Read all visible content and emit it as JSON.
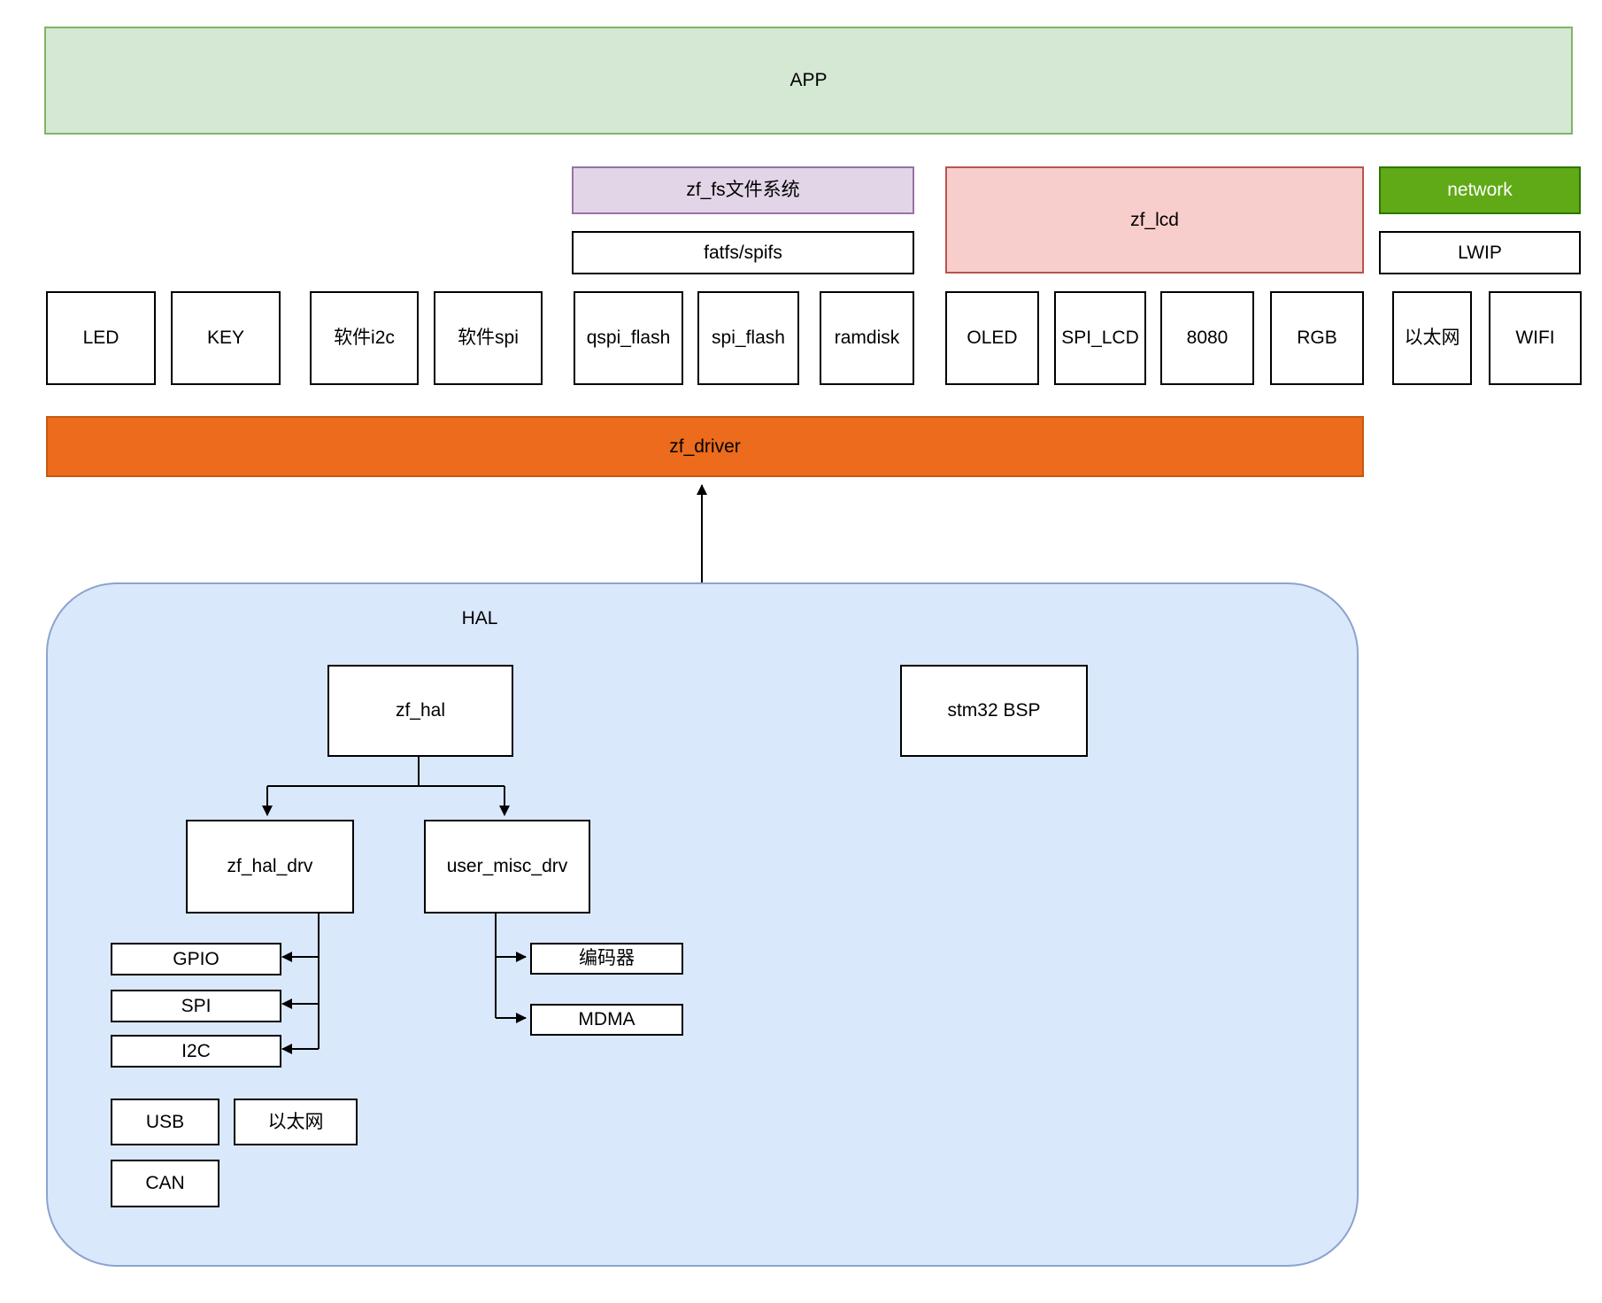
{
  "diagram": {
    "app_label": "APP",
    "fs_title": "zf_fs文件系统",
    "fs_impl": "fatfs/spifs",
    "lcd_title": "zf_lcd",
    "network_title": "network",
    "network_impl": "LWIP",
    "driver_modules": [
      "LED",
      "KEY",
      "软件i2c",
      "软件spi",
      "qspi_flash",
      "spi_flash",
      "ramdisk",
      "OLED",
      "SPI_LCD",
      "8080",
      "RGB",
      "以太网",
      "WIFI"
    ],
    "driver_layer_label": "zf_driver",
    "hal": {
      "title": "HAL",
      "zf_hal": "zf_hal",
      "stm32_bsp": "stm32 BSP",
      "zf_hal_drv": "zf_hal_drv",
      "user_misc_drv": "user_misc_drv",
      "hal_drv_children": [
        "GPIO",
        "SPI",
        "I2C"
      ],
      "misc_drv_children": [
        "编码器",
        "MDMA"
      ],
      "standalone_modules": [
        "USB",
        "以太网",
        "CAN"
      ]
    },
    "colors": {
      "app_fill": "#d5e8d4",
      "app_border": "#82b366",
      "fs_fill": "#e1d5e7",
      "fs_border": "#9673a6",
      "lcd_fill": "#f8cecc",
      "lcd_border": "#b85450",
      "network_fill": "#60a917",
      "network_border": "#2d7600",
      "driver_fill": "#ec6b1c",
      "driver_border": "#c55a11",
      "hal_fill": "#dae8fc",
      "hal_border": "#8ca3cf",
      "plain_box_fill": "#ffffff",
      "plain_box_border": "#000000",
      "connector": "#000000"
    }
  }
}
